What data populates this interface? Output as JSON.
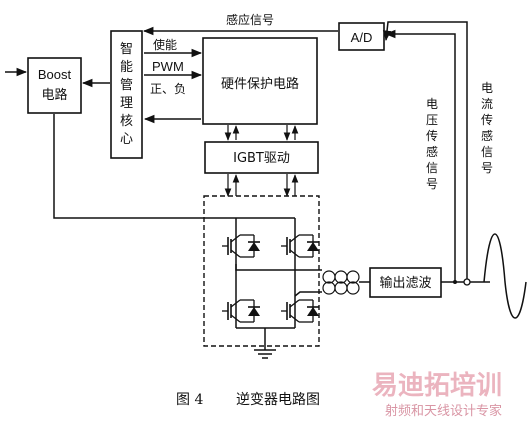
{
  "blocks": {
    "boost_line1": "Boost",
    "boost_line2": "电路",
    "core_chars": [
      "智",
      "能",
      "管",
      "理",
      "核",
      "心"
    ],
    "hw_protect": "硬件保护电路",
    "igbt_drive": "IGBT驱动",
    "ad": "A/D",
    "output_filter": "输出滤波"
  },
  "signals": {
    "sense": "感应信号",
    "enable": "使能",
    "pwm": "PWM",
    "posneg": "正、负",
    "voltage_sensor_chars": [
      "电",
      "压",
      "传",
      "感",
      "信",
      "号"
    ],
    "current_sensor_chars": [
      "电",
      "流",
      "传",
      "感",
      "信",
      "号"
    ]
  },
  "caption": {
    "figure": "图 4",
    "title": "逆变器电路图"
  },
  "watermark": {
    "brand": "易迪拓培训",
    "sub": "射频和天线设计专家"
  }
}
